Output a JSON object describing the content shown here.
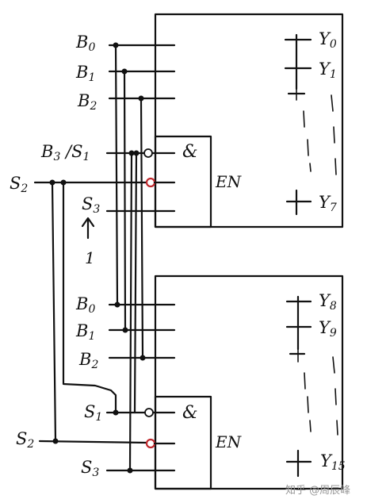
{
  "diagram": {
    "upper_chip": {
      "inputs": [
        {
          "base": "B",
          "sub": "0"
        },
        {
          "base": "B",
          "sub": "1"
        },
        {
          "base": "B",
          "sub": "2"
        }
      ],
      "gate_inputs": {
        "s1_label_base": "B",
        "s1_label_sub": "3",
        "s1_label_sep": " /S",
        "s1_label_sub2": "1",
        "s2": {
          "base": "S",
          "sub": "2"
        },
        "s3": {
          "base": "S",
          "sub": "3"
        }
      },
      "gate_symbol": "&",
      "enable_label": "EN",
      "outputs": [
        {
          "base": "Y",
          "sub": "0"
        },
        {
          "base": "Y",
          "sub": "1"
        },
        {
          "base": "Y",
          "sub": "7"
        }
      ],
      "s3_tie_value": "1"
    },
    "lower_chip": {
      "inputs": [
        {
          "base": "B",
          "sub": "0"
        },
        {
          "base": "B",
          "sub": "1"
        },
        {
          "base": "B",
          "sub": "2"
        }
      ],
      "gate_inputs": {
        "s1": {
          "base": "S",
          "sub": "1"
        },
        "s2": {
          "base": "S",
          "sub": "2"
        },
        "s3": {
          "base": "S",
          "sub": "3"
        }
      },
      "gate_symbol": "&",
      "enable_label": "EN",
      "outputs": [
        {
          "base": "Y",
          "sub": "8"
        },
        {
          "base": "Y",
          "sub": "9"
        },
        {
          "base": "Y",
          "sub": "15"
        }
      ]
    },
    "watermark": "知乎 @周辰峰"
  }
}
